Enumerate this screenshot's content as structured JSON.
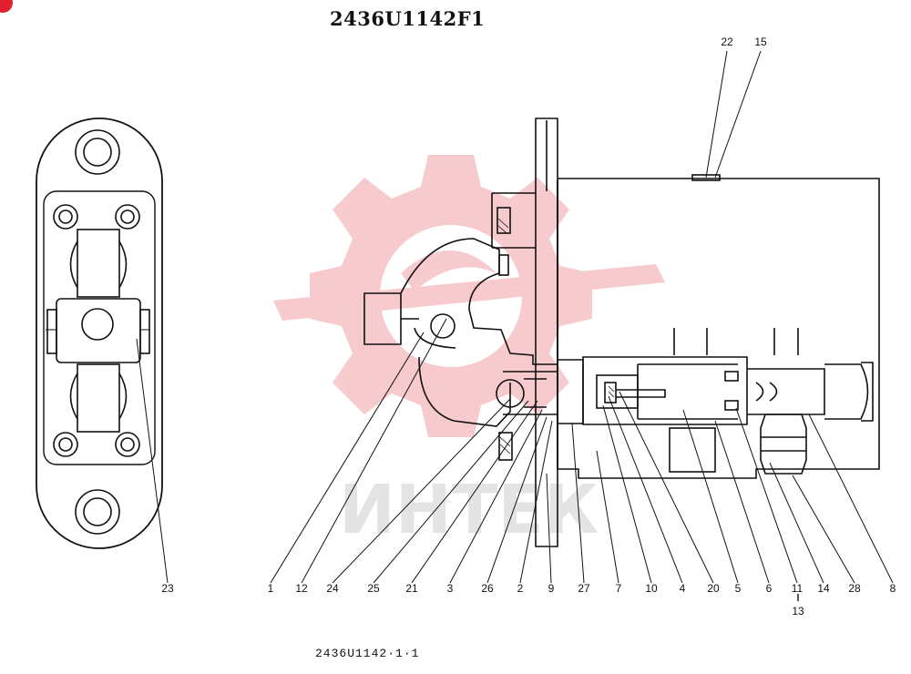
{
  "drawing": {
    "title": "2436U1142F1",
    "footer": "2436U1142·1·1",
    "watermark_text": "ИНТЕК",
    "watermark_color": "#f2a0a5",
    "badge_color": "#e0202e"
  },
  "callouts": [
    {
      "label": "22"
    },
    {
      "label": "15"
    },
    {
      "label": "23"
    },
    {
      "label": "1"
    },
    {
      "label": "12"
    },
    {
      "label": "24"
    },
    {
      "label": "25"
    },
    {
      "label": "21"
    },
    {
      "label": "3"
    },
    {
      "label": "26"
    },
    {
      "label": "2"
    },
    {
      "label": "9"
    },
    {
      "label": "27"
    },
    {
      "label": "7"
    },
    {
      "label": "10"
    },
    {
      "label": "4"
    },
    {
      "label": "20"
    },
    {
      "label": "5"
    },
    {
      "label": "6"
    },
    {
      "label": "11"
    },
    {
      "label": "14"
    },
    {
      "label": "28"
    },
    {
      "label": "8"
    },
    {
      "label": "13"
    }
  ]
}
